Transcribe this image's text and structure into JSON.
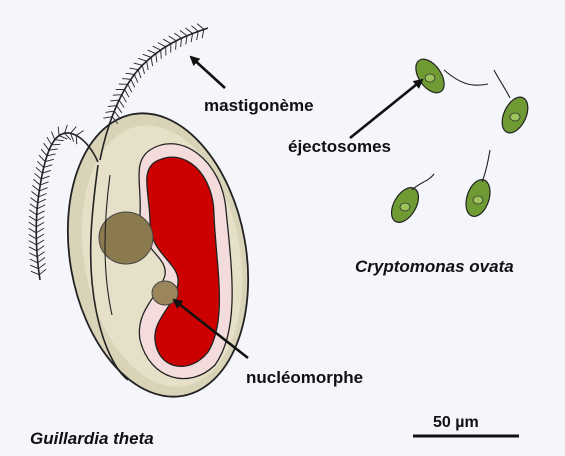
{
  "labels": {
    "mastigoneme": "mastigonème",
    "ejectosomes": "éjectosomes",
    "nucleomorph": "nucléomorphe",
    "guillardia": "Guillardia theta",
    "cryptomonas": "Cryptomonas ovata",
    "scale": "50 µm"
  },
  "colors": {
    "background": "#f4f6fb",
    "cell_outer": "#d9d3b8",
    "cell_inner": "#ece7d6",
    "plastid_membrane": "#f5dcdc",
    "plastid": "#cc0000",
    "nucleus": "#8b7a4e",
    "nucleomorph": "#9a865a",
    "small_cell": "#6f9a34",
    "small_cell_light": "#9cc35a",
    "ink": "#111111"
  }
}
